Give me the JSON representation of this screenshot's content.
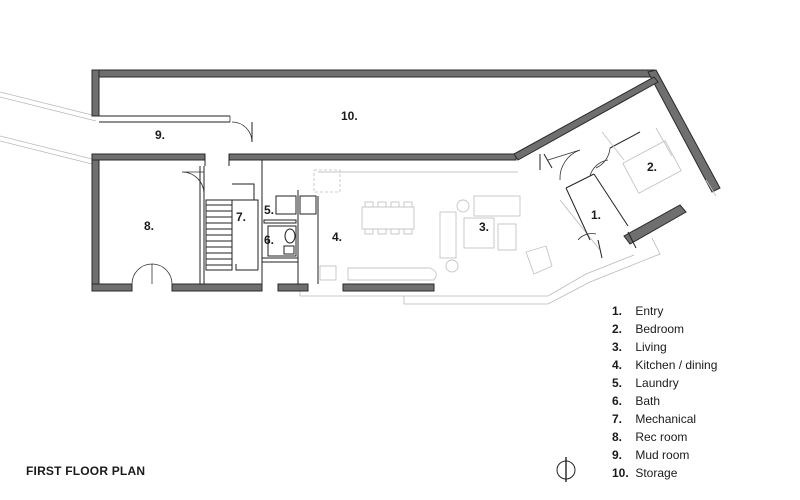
{
  "title": "FIRST FLOOR PLAN",
  "rooms": [
    {
      "num": "1.",
      "name": "Entry"
    },
    {
      "num": "2.",
      "name": "Bedroom"
    },
    {
      "num": "3.",
      "name": "Living"
    },
    {
      "num": "4.",
      "name": "Kitchen / dining"
    },
    {
      "num": "5.",
      "name": "Laundry"
    },
    {
      "num": "6.",
      "name": "Bath"
    },
    {
      "num": "7.",
      "name": "Mechanical"
    },
    {
      "num": "8.",
      "name": "Rec room"
    },
    {
      "num": "9.",
      "name": "Mud room"
    },
    {
      "num": "10.",
      "name": "Storage"
    }
  ],
  "north_arrow_icon": "north-arrow-icon"
}
